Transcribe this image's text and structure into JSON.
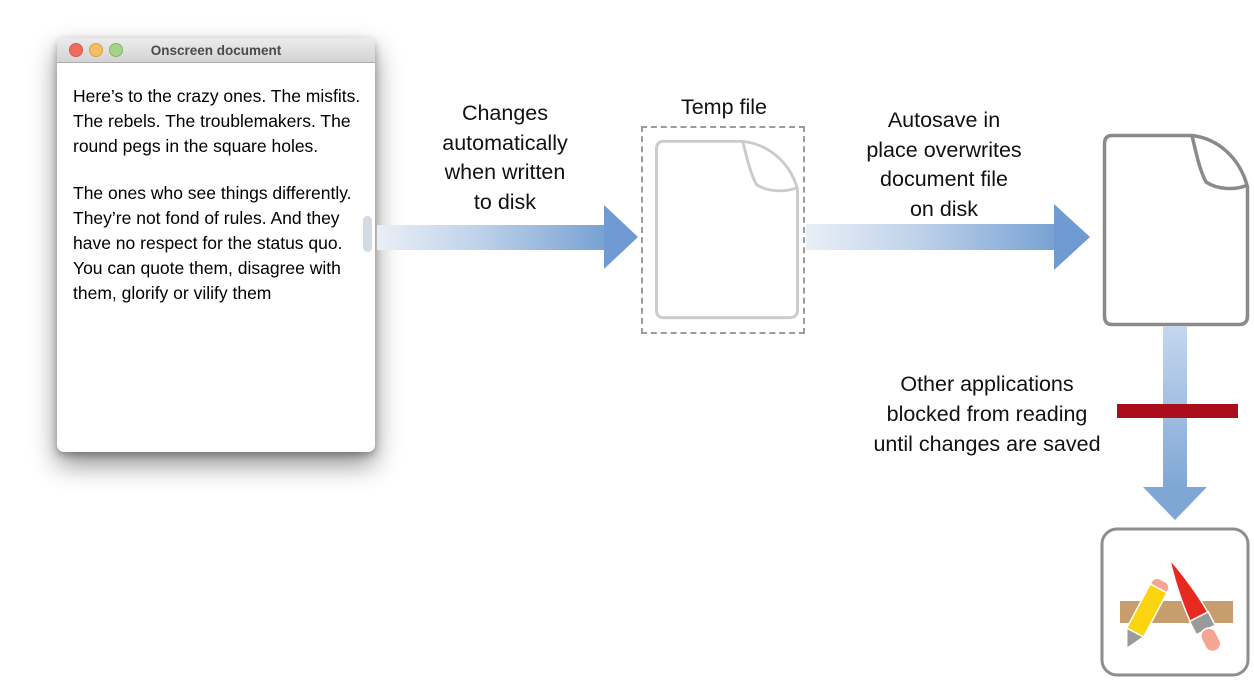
{
  "window": {
    "title": "Onscreen document",
    "controls": [
      "close",
      "minimize",
      "zoom"
    ],
    "paragraphs": [
      "Here’s to the crazy ones. The misfits. The rebels. The troublemakers. The round pegs in the square holes.",
      "The ones who see things differently. They’re not fond of rules. And they have no respect for the status quo. You can quote them, disagree with them, glorify or vilify them"
    ]
  },
  "labels": {
    "changes": {
      "lines": [
        "Changes",
        "automatically",
        "when written",
        "to disk"
      ]
    },
    "temp_file": "Temp file",
    "autosave": {
      "lines": [
        "Autosave in",
        "place overwrites",
        "document file",
        "on disk"
      ]
    },
    "blocked": {
      "lines": [
        "Other applications",
        "blocked from reading",
        "until changes are saved"
      ]
    }
  },
  "icons": {
    "temp_document": "document-outline-icon",
    "saved_document": "document-outline-icon",
    "destination_app": "app-icon-with-pencil-brush-ruler"
  },
  "colors": {
    "arrow_head_blue": "#6F9BD2",
    "arrow_gradient_light": "#E9EFF7",
    "arrow_gradient_dark": "#78A2D4",
    "vertical_arrow_top": "#C4D7EE",
    "vertical_arrow_bottom": "#7FA7D5",
    "blocked_bar_red": "#AA0E1D",
    "temp_doc_stroke": "#CBCBCB",
    "saved_doc_stroke": "#8A8A8A",
    "dashed_border_gray": "#9C9C9C",
    "traffic_red": "#ED6B5F",
    "traffic_yellow": "#F4BE63",
    "traffic_green": "#A3D489",
    "app_icon_yellow": "#FBD30E",
    "app_icon_red": "#E8291F",
    "app_icon_pink": "#F5A593",
    "app_icon_gray": "#9A9A9A",
    "app_icon_tan": "#C79D6E"
  }
}
